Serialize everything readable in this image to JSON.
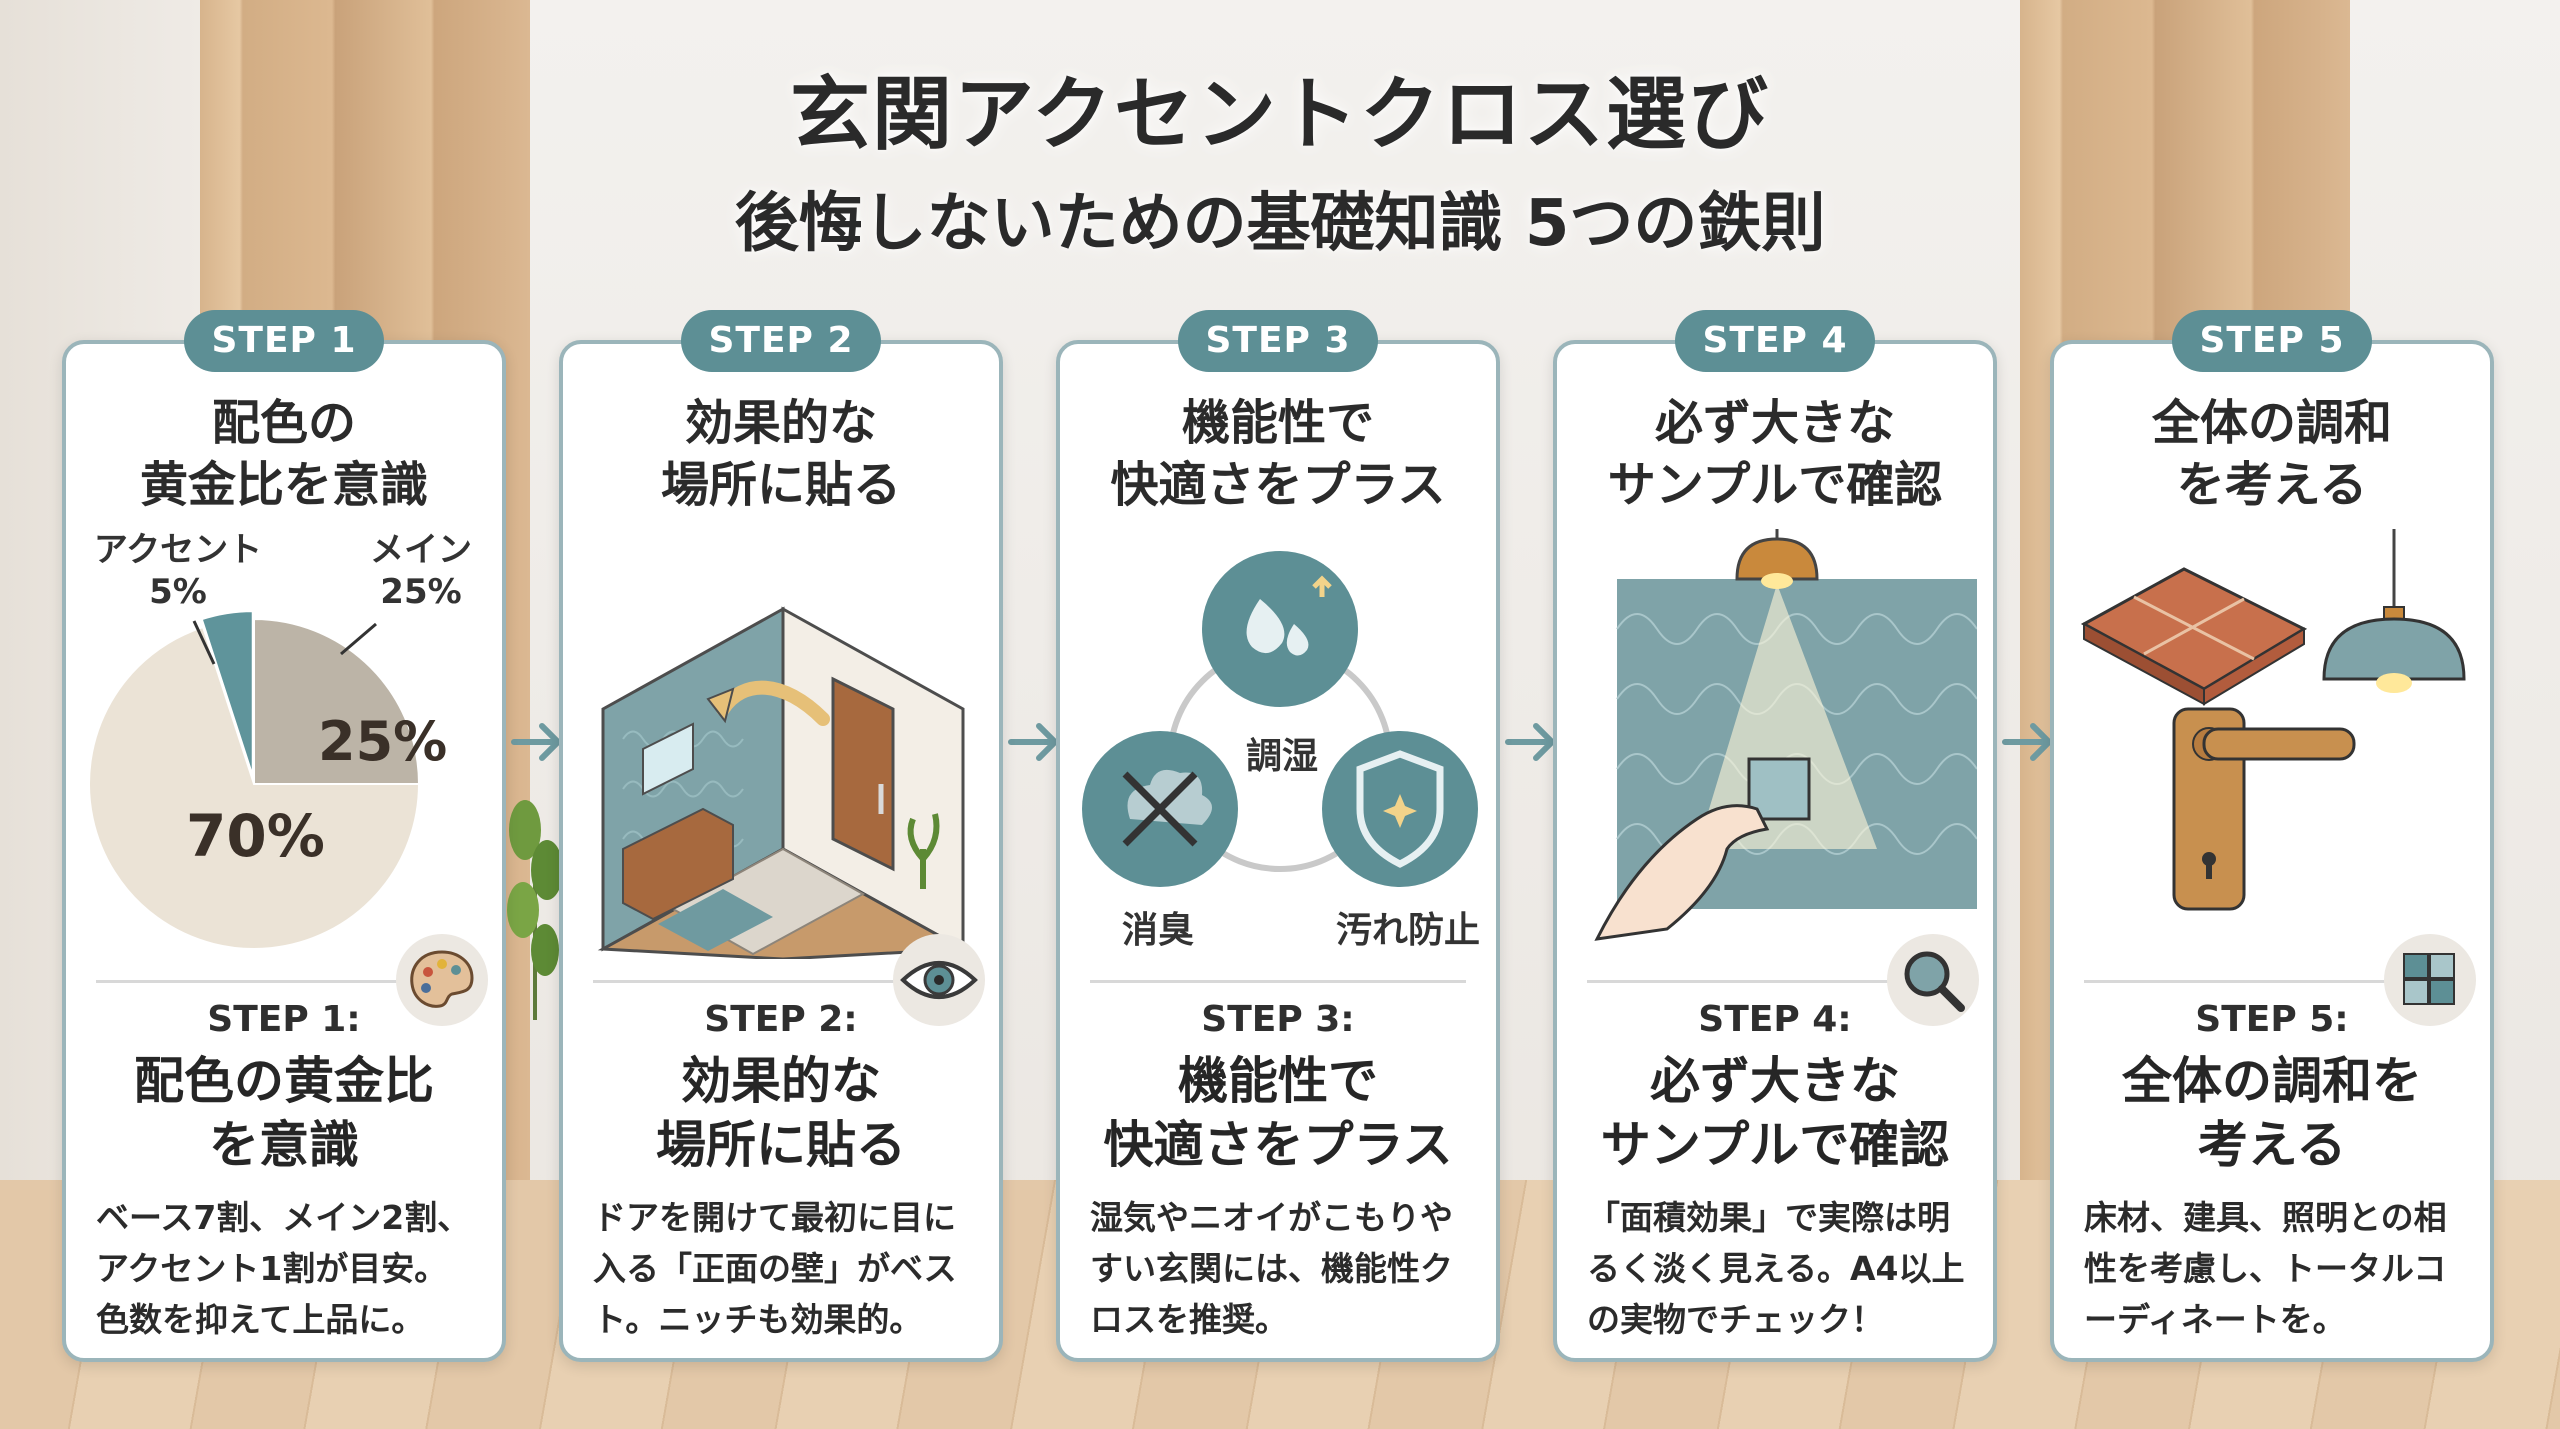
{
  "header": {
    "title_line1": "玄関アクセントクロス選び",
    "title_line2": "後悔しないための基礎知識 5つの鉄則"
  },
  "steps": [
    {
      "badge": "STEP 1",
      "title": "配色の\n黄金比を意識",
      "label": "STEP 1:",
      "heading": "配色の黄金比\nを意識",
      "body": "ベース7割、メイン2割、アクセント1割が目安。色数を抑えて上品に。",
      "pie": {
        "accent_label": "アクセント",
        "accent_value": "5%",
        "main_label": "メイン",
        "main_value": "25%",
        "inner_main": "25%",
        "inner_base": "70%",
        "fractions": [
          0.7,
          0.25,
          0.05
        ],
        "colors": [
          "#ebe3d6",
          "#bcb4a7",
          "#5f949b"
        ]
      },
      "icon": "palette-icon"
    },
    {
      "badge": "STEP 2",
      "title": "効果的な\n場所に貼る",
      "label": "STEP 2:",
      "heading": "効果的な\n場所に貼る",
      "body": "ドアを開けて最初に目に入る「正面の壁」がベスト。ニッチも効果的。",
      "icon": "eye-icon"
    },
    {
      "badge": "STEP 3",
      "title": "機能性で\n快適さをプラス",
      "label": "STEP 3:",
      "heading": "機能性で\n快適さをプラス",
      "body": "湿気やニオイがこもりやすい玄関には、機能性クロスを推奨。",
      "functions": {
        "humidity": "調湿",
        "deodorize": "消臭",
        "stain": "汚れ防止"
      }
    },
    {
      "badge": "STEP 4",
      "title": "必ず大きな\nサンプルで確認",
      "label": "STEP 4:",
      "heading": "必ず大きな\nサンプルで確認",
      "body": "「面積効果」で実際は明るく淡く見える。A4以上の実物でチェック！",
      "icon": "magnifier-icon"
    },
    {
      "badge": "STEP 5",
      "title": "全体の調和\nを考える",
      "label": "STEP 5:",
      "heading": "全体の調和を\n考える",
      "body": "床材、建具、照明との相性を考慮し、トータルコーディネートを。",
      "icon": "puzzle-icon"
    }
  ],
  "colors": {
    "accent": "#5d8f95",
    "card_border": "#9bb5ba",
    "wallpaper": "#7fa3a8"
  }
}
